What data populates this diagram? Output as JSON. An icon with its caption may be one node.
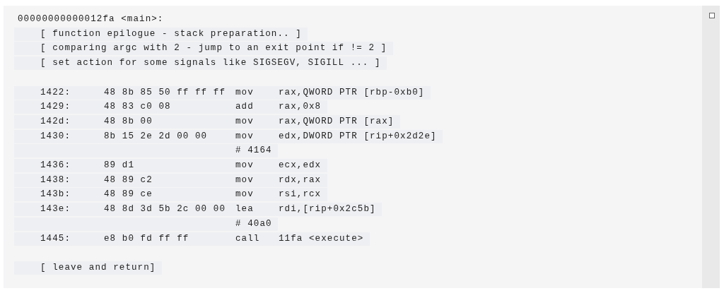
{
  "diagram": {
    "labels": [
      "00000000000012fa <main>:",
      "[ function epilogue - stack preparation.. ]",
      "[ comparing argc with 2 - jump to an exit point if != 2 ]",
      "[ set action for some signals like SIGSEGV, SIGILL ... ]",
      "1422:",
      "48 8b 85 50 ff ff ff",
      "mov",
      "rax,QWORD PTR [rbp-0xb0]",
      "1429:",
      "48 83 c0 08",
      "add",
      "rax,0x8",
      "142d:",
      "48 8b 00",
      "mov",
      "rax,QWORD PTR [rax]",
      "1430:",
      "8b 15 2e 2d 00 00",
      "mov",
      "edx,DWORD PTR [rip+0x2d2e]",
      "# 4164",
      "1436:",
      "89 d1",
      "mov",
      "ecx,edx",
      "1438:",
      "48 89 c2",
      "mov",
      "rdx,rax",
      "143b:",
      "48 89 ce",
      "mov",
      "rsi,rcx",
      "143e:",
      "48 8d 3d 5b 2c 00 00",
      "lea",
      "rdi,[rip+0x2c5b]",
      "# 40a0",
      "1445:",
      "e8 b0 fd ff ff",
      "call",
      "11fa <execute>",
      "[ leave and return]"
    ]
  }
}
